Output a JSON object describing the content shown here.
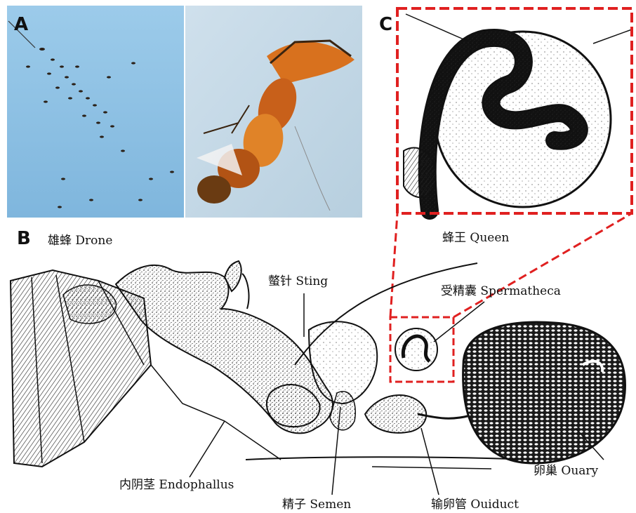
{
  "panels": {
    "a": "A",
    "b": "B",
    "c": "C"
  },
  "labels": {
    "drone": "雄蜂 Drone",
    "queen": "蜂王 Queen",
    "sting": "螫针 Sting",
    "spermatheca": "受精囊 Spermatheca",
    "endophallus": "内阴茎 Endophallus",
    "semen": "精子 Semen",
    "oviduct": "输卵管 Ouiduct",
    "ovary": "卵巢 Ouary"
  },
  "colors": {
    "sky": "#8ec3e6",
    "highlight": "#e02020",
    "ink": "#111111",
    "bee": "#d8711e"
  }
}
